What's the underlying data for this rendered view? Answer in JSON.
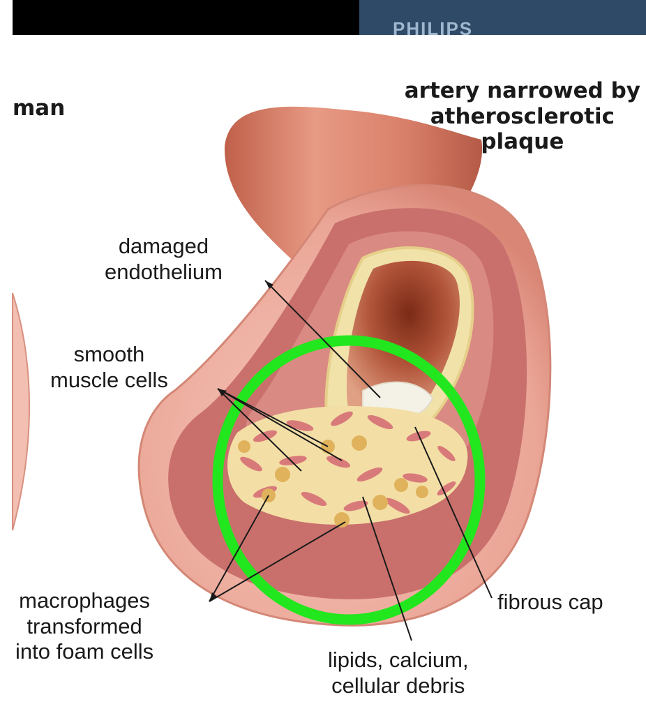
{
  "header": {
    "brand": "PHILIPS"
  },
  "titles": {
    "right_line1": "artery narrowed by",
    "right_line2": "atherosclerotic",
    "right_line3": "plaque",
    "left_fragment": "man"
  },
  "labels": {
    "damaged_line1": "damaged",
    "damaged_line2": "endothelium",
    "smooth_line1": "smooth",
    "smooth_line2": "muscle cells",
    "macro_line1": "macrophages",
    "macro_line2": "transformed",
    "macro_line3": "into foam cells",
    "fibrous": "fibrous cap",
    "lipids_line1": "lipids, calcium,",
    "lipids_line2": "cellular debris"
  },
  "colors": {
    "highlight_ellipse": "#22e61e",
    "artery_outer": "#e8a59a",
    "artery_wall": "#c96a66",
    "plaque": "#f3dfa6",
    "lumen": "#a6442c"
  }
}
